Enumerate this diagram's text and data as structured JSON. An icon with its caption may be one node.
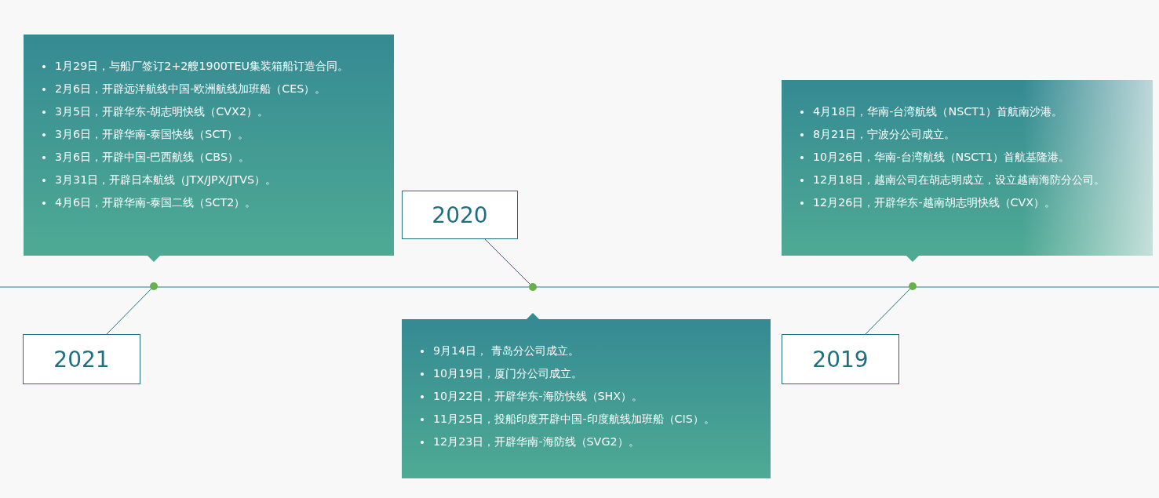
{
  "diagram": {
    "nodes": [
      {
        "text": [
          "1月29日，与船厂签订2+2艘1900TEU集装箱船订造合同。",
          "2月6日，开辟远洋航线中国-欧洲航线加班船（CES）。",
          "3月5日，开辟华东-胡志明快线（CVX2）。",
          "3月6日，开辟华南-泰国快线（SCT）。",
          "3月6日，开辟中国-巴西航线（CBS）。",
          "3月31日，开辟日本航线（JTX/JPX/JTVS）。",
          "4月6日，开辟华南-泰国二线（SCT2）。"
        ]
      },
      {
        "text": [
          "2020"
        ]
      },
      {
        "text": [
          "4月18日，华南-台湾航线（NSCT1）首航南沙港。",
          "8月21日，宁波分公司成立。",
          "10月26日，华南-台湾航线（NSCT1）首航基隆港。",
          "12月18日，越南公司在胡志明成立，设立越南海防分公司。",
          "12月26日，开辟华东-越南胡志明快线（CVX）。"
        ]
      },
      {
        "text": [
          "2021"
        ]
      },
      {
        "text": [
          "9月14日， 青岛分公司成立。",
          "10月19日，厦门分公司成立。",
          "10月22日，开辟华东-海防快线（SHX）。",
          "11月25日，投船印度开辟中国-印度航线加班船（CIS）。",
          "12月23日，开辟华南-海防线（SVG2）。"
        ]
      },
      {
        "text": [
          "2019"
        ]
      },
      {
        "text": [],
        "shape": "circle"
      },
      {
        "text": [],
        "shape": "circle"
      },
      {
        "text": [],
        "shape": "circle"
      }
    ],
    "edges": [
      {
        "from": 3,
        "to": 6,
        "arrow": "none"
      },
      {
        "from": 1,
        "to": 7,
        "arrow": "none"
      },
      {
        "from": 5,
        "to": 8,
        "arrow": "none"
      }
    ]
  }
}
